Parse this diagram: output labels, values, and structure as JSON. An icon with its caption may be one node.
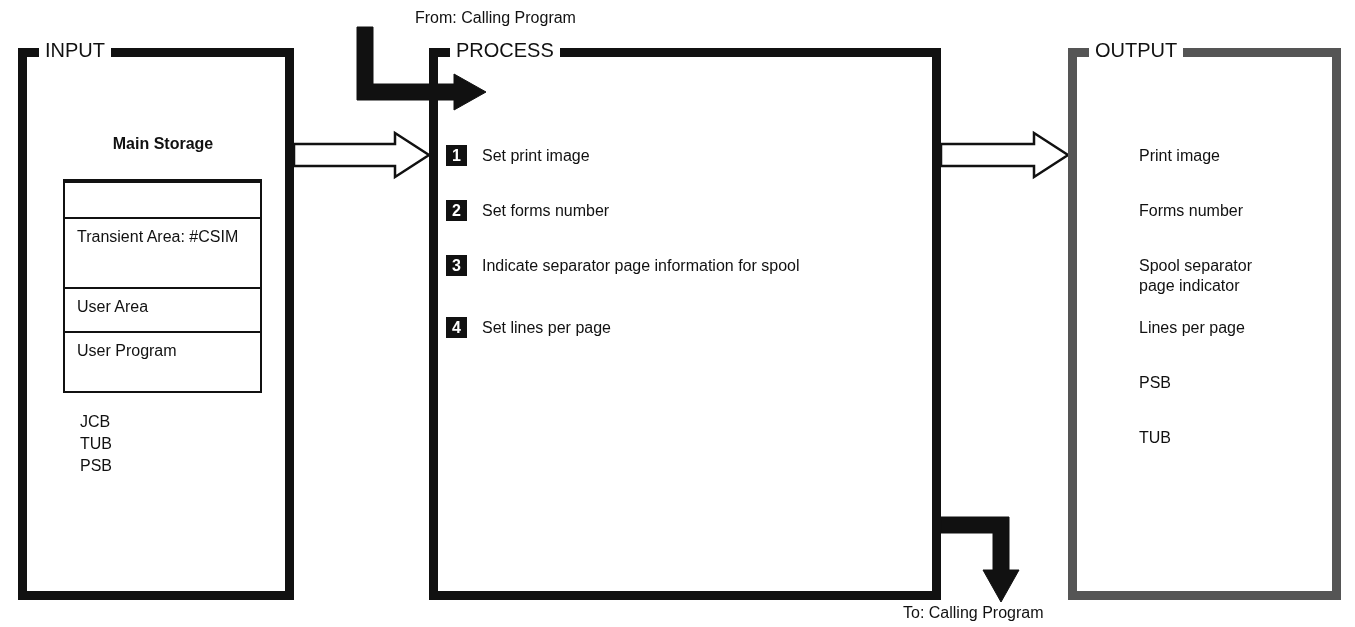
{
  "diagram": {
    "nodes": [
      {
        "text": [
          "INPUT"
        ]
      },
      {
        "text": [
          "Main Storage"
        ],
        "in": 0
      },
      {
        "text": [],
        "shape": "box",
        "in": 1
      },
      {
        "text": [
          "Transient Area: #CSIM"
        ],
        "in": 1
      },
      {
        "text": [
          "User Area"
        ],
        "in": 1
      },
      {
        "text": [
          "User Program"
        ],
        "in": 1
      },
      {
        "text": [
          "PROCESS"
        ]
      },
      {
        "text": [
          "OUTPUT"
        ]
      },
      {
        "text": [
          "From: Calling Program"
        ]
      },
      {
        "text": [
          "To: Calling Program"
        ]
      }
    ],
    "edges": [
      {
        "from": 0,
        "to": 6,
        "arrow": "to"
      },
      {
        "from": 6,
        "to": 7,
        "arrow": "to"
      },
      {
        "from": 8,
        "to": 6,
        "arrow": "to",
        "style": "thick"
      },
      {
        "from": 6,
        "to": 9,
        "arrow": "to",
        "style": "thick"
      }
    ],
    "labels": [
      "JCB",
      "TUB",
      "PSB",
      "1",
      "Set print image",
      "2",
      "Set forms number",
      "3",
      "Indicate separator page information for spool",
      "4",
      "Set lines per page",
      "Print image",
      "Forms number",
      "Spool separator page indicator",
      "Lines per page",
      "PSB",
      "TUB"
    ]
  }
}
